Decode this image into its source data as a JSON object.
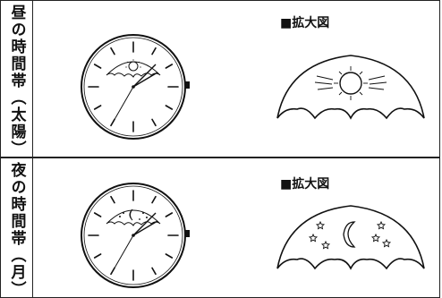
{
  "panels": [
    {
      "label": "昼の時間帯（太陽）",
      "zoom_title": "■拡大図"
    },
    {
      "label": "夜の時間帯（月）",
      "zoom_title": "■拡大図"
    }
  ]
}
